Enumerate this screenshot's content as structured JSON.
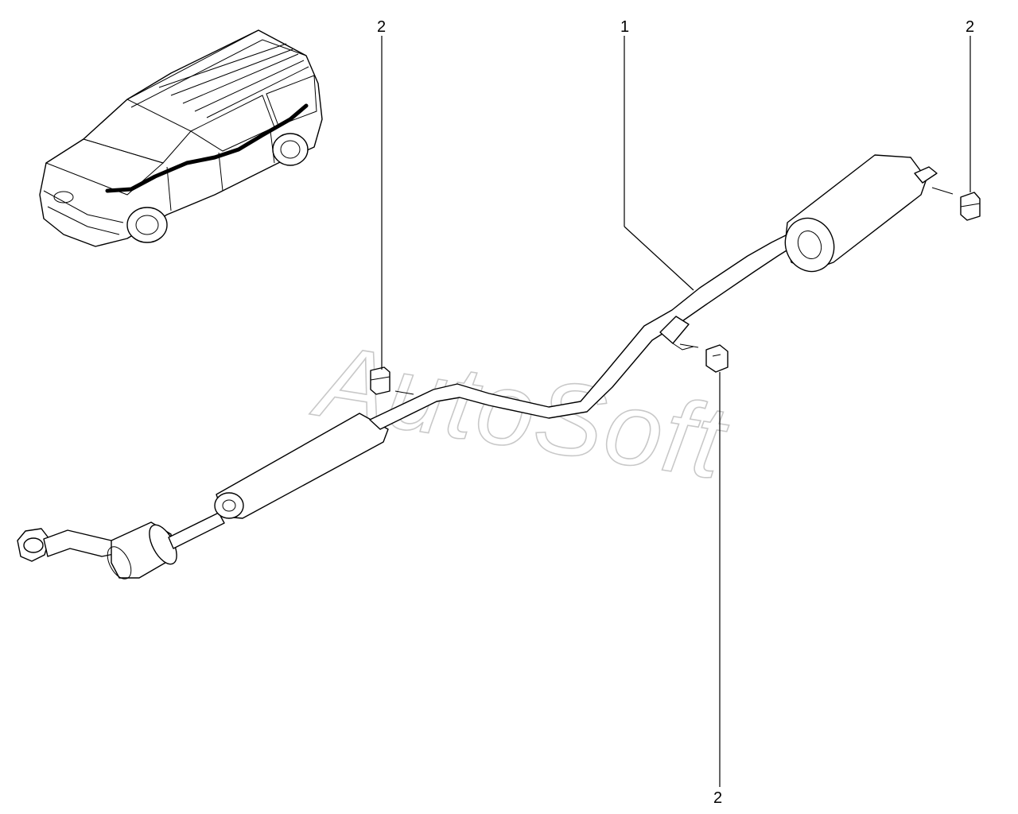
{
  "diagram": {
    "callouts": [
      {
        "id": "callout-exhaust-system",
        "label": "1"
      },
      {
        "id": "callout-mount-rear-right",
        "label": "2"
      },
      {
        "id": "callout-mount-front-left",
        "label": "2"
      },
      {
        "id": "callout-mount-middle",
        "label": "2"
      }
    ],
    "watermark": "AutoSoft",
    "colors": {
      "line": "#000000",
      "watermark": "#c8c8c8",
      "background": "#ffffff"
    }
  }
}
